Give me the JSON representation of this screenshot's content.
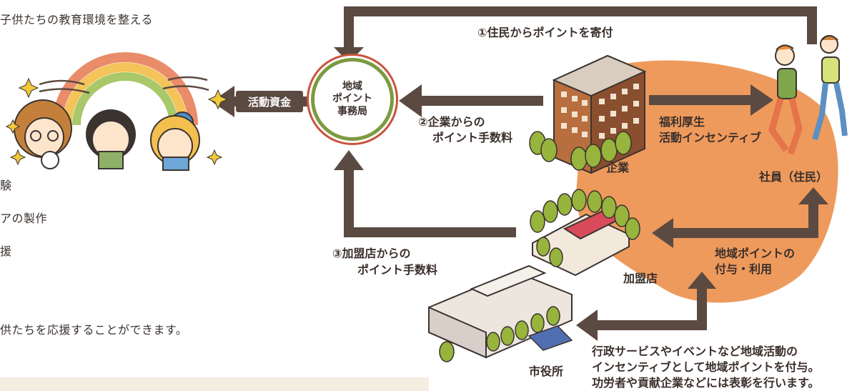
{
  "left_panel": {
    "heading_fragment": "子供たちの教育環境を整える",
    "list_fragments": [
      "験",
      "アの製作",
      "援"
    ],
    "footer_fragment": "供たちを応援することができます。"
  },
  "nodes": {
    "office_lines": [
      "地域",
      "ポイント",
      "事務局"
    ],
    "company": "企業",
    "employees": "社員（住民）",
    "member_store": "加盟店",
    "city_hall": "市役所"
  },
  "edges": {
    "activity_funds": "活動資金",
    "donation": "①住民からポイントを寄付",
    "company_fee": [
      "②企業からの",
      "ポイント手数料"
    ],
    "welfare": [
      "福利厚生",
      "活動インセンティブ"
    ],
    "store_fee": [
      "③加盟店からの",
      "ポイント手数料"
    ],
    "points_grant": [
      "地域ポイントの",
      "付与・利用"
    ],
    "city_note": [
      "行政サービスやイベントなど地域活動の",
      "インセンティブとして地域ポイントを付与。",
      "功労者や貢献企業などには表彰を行います。"
    ]
  },
  "colors": {
    "arrow": "#5b4a42",
    "blob": "#ee9a5c",
    "office_ring_outer": "#c8533b",
    "office_ring_inner": "#7c9a3f",
    "building": "#8a4f2e",
    "tree": "#97b43c"
  },
  "icons": [
    "children-rainbow-illustration",
    "office-building-icon",
    "runners-illustration",
    "store-icon",
    "city-hall-icon",
    "sparkle-icon"
  ]
}
